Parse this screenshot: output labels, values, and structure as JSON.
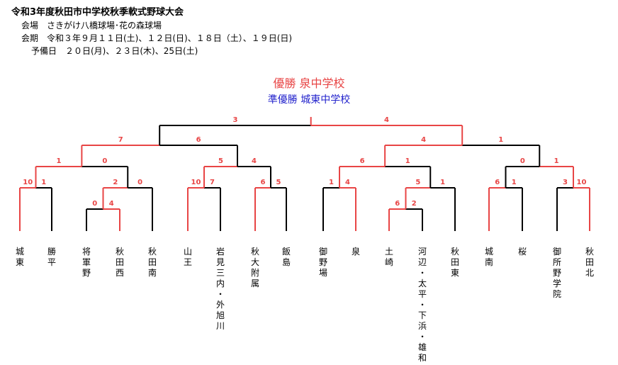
{
  "header": {
    "title": "令和3年度秋田市中学校秋季軟式野球大会",
    "venue": "会場　さきがけ八橋球場･花の森球場",
    "period": "会期　令和３年９月１１日(土)、１２日(日)、１８日（土）、１９日(日)",
    "reserve": "予備日　２０日(月)、２３日(木)、25日(土)"
  },
  "result": {
    "winner_label": "優勝",
    "winner": "泉中学校",
    "runner_label": "準優勝",
    "runner": "城東中学校"
  },
  "colors": {
    "win": "#e84545",
    "line": "#000000",
    "runner": "#2222cc"
  },
  "teams": [
    "城東",
    "勝平",
    "将軍野",
    "秋田西",
    "秋田南",
    "山王",
    "岩見三内・外旭川",
    "秋大附属",
    "飯島",
    "御野場",
    "泉",
    "土崎",
    "河辺・太平・下浜・雄和",
    "秋田東",
    "城南",
    "桜",
    "御所野学院",
    "秋田北"
  ],
  "scores": {
    "r1_shogun_akitanishi": [
      "0",
      "4"
    ],
    "r2_josuh_katsuhira": [
      "10",
      "1"
    ],
    "r2_shogun_akitanishi_vs_minami": [
      "2",
      "0"
    ],
    "r2_sanno_iwami": [
      "10",
      "7"
    ],
    "r2_daifuzoku_iijima": [
      "6",
      "5"
    ],
    "r2_onoba_izumi": [
      "1",
      "4"
    ],
    "r1_tsuchizaki_kawabe": [
      "6",
      "2"
    ],
    "r2_tsuchizaki_vs_higashi": [
      "5",
      "1"
    ],
    "r2_jonan_sakura": [
      "6",
      "1"
    ],
    "r2_goshono_kita": [
      "3",
      "10"
    ],
    "qf1": [
      "1",
      "0"
    ],
    "qf2": [
      "5",
      "4"
    ],
    "qf3": [
      "6",
      "1"
    ],
    "qf4": [
      "0",
      "1"
    ],
    "sf1": [
      "7",
      "6"
    ],
    "sf2": [
      "4",
      "1"
    ],
    "final": [
      "3",
      "4"
    ]
  }
}
